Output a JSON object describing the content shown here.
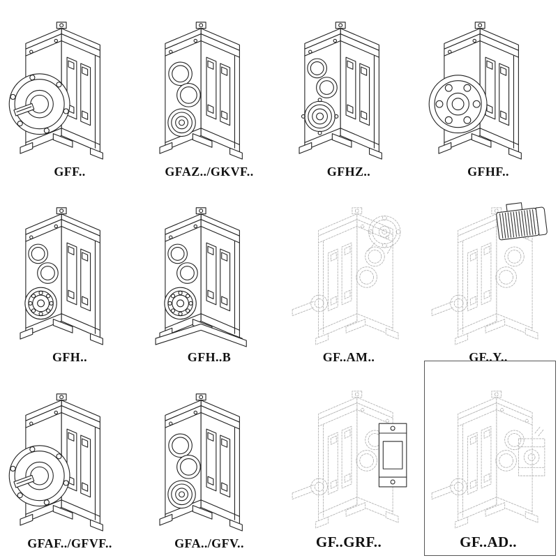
{
  "colors": {
    "background": "#ffffff",
    "ink": "#1f1f1f",
    "ghost_line": "#b3b3b3",
    "cell_border": "#555555"
  },
  "catalog": {
    "items": [
      {
        "label": "GFF..",
        "drawing": "helical-gearbox-output-flange-solid-shaft"
      },
      {
        "label": "GFAZ../GKVF..",
        "drawing": "helical-gearbox-gear-cover-bores"
      },
      {
        "label": "GFHZ..",
        "drawing": "helical-gearbox-hollow-shaft-bearing-holes"
      },
      {
        "label": "GFHF..",
        "drawing": "helical-gearbox-flange-hollow-shaft"
      },
      {
        "label": "GFH..",
        "drawing": "helical-gearbox-hollow-shaft-ball-bearing"
      },
      {
        "label": "GFH..B",
        "drawing": "helical-gearbox-hollow-shaft-base-plate"
      },
      {
        "label": "GF..AM..",
        "drawing": "ghost-gearbox-iec-input-flange"
      },
      {
        "label": "GF..Y..",
        "drawing": "ghost-gearbox-mounted-motor"
      },
      {
        "label": "GFAF../GFVF..",
        "drawing": "helical-gearbox-output-flange-solid-shaft"
      },
      {
        "label": "GFA../GFV..",
        "drawing": "helical-gearbox-gear-cover-bores"
      },
      {
        "label": "GF..GRF..",
        "drawing": "ghost-gearbox-cover-unit"
      },
      {
        "label": "GF..AD..",
        "drawing": "ghost-gearbox-input-adapter"
      }
    ]
  }
}
